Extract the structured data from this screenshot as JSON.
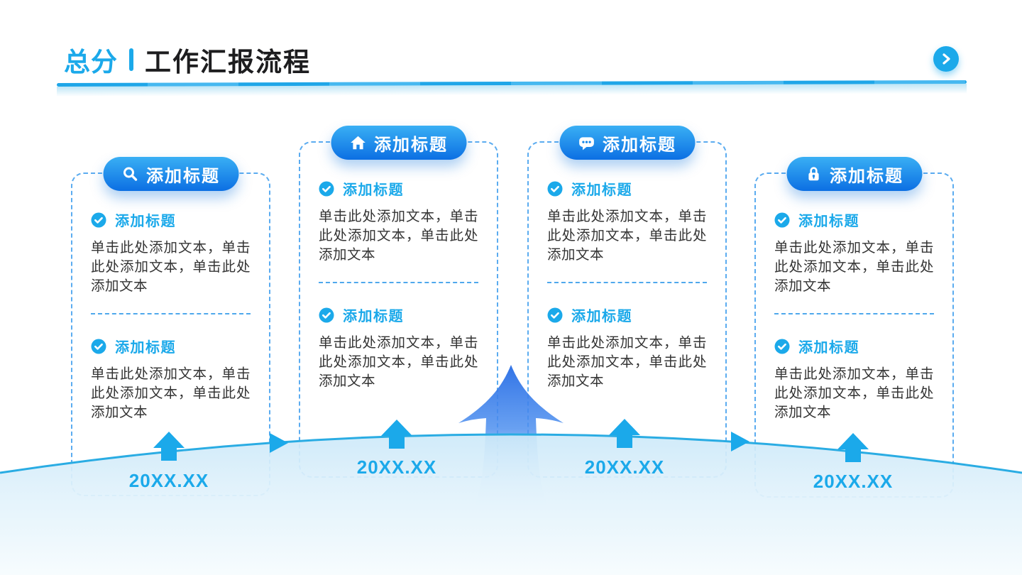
{
  "header": {
    "title_prefix": "总分",
    "title_main": "工作汇报流程",
    "next_button_icon": "chevron-right"
  },
  "cards": [
    {
      "icon": "search",
      "pill_title": "添加标题",
      "date": "20XX.XX",
      "sections": [
        {
          "title": "添加标题",
          "body": "单击此处添加文本，单击此处添加文本，单击此处添加文本"
        },
        {
          "title": "添加标题",
          "body": "单击此处添加文本，单击此处添加文本，单击此处添加文本"
        }
      ]
    },
    {
      "icon": "home",
      "pill_title": "添加标题",
      "date": "20XX.XX",
      "sections": [
        {
          "title": "添加标题",
          "body": "单击此处添加文本，单击此处添加文本，单击此处添加文本"
        },
        {
          "title": "添加标题",
          "body": "单击此处添加文本，单击此处添加文本，单击此处添加文本"
        }
      ]
    },
    {
      "icon": "chat",
      "pill_title": "添加标题",
      "date": "20XX.XX",
      "sections": [
        {
          "title": "添加标题",
          "body": "单击此处添加文本，单击此处添加文本，单击此处添加文本"
        },
        {
          "title": "添加标题",
          "body": "单击此处添加文本，单击此处添加文本，单击此处添加文本"
        }
      ]
    },
    {
      "icon": "lock",
      "pill_title": "添加标题",
      "date": "20XX.XX",
      "sections": [
        {
          "title": "添加标题",
          "body": "单击此处添加文本，单击此处添加文本，单击此处添加文本"
        },
        {
          "title": "添加标题",
          "body": "单击此处添加文本，单击此处添加文本，单击此处添加文本"
        }
      ]
    }
  ],
  "colors": {
    "accent": "#1BA9EA",
    "pill_gradient_top": "#39AFF4",
    "pill_gradient_bottom": "#0C6FE3",
    "title_dark": "#1D1D1F",
    "body_text": "#333333",
    "dashed_border": "#5BACF0",
    "big_arrow_blue": "#2B6FE5",
    "curve_stroke": "#2AACE3"
  }
}
